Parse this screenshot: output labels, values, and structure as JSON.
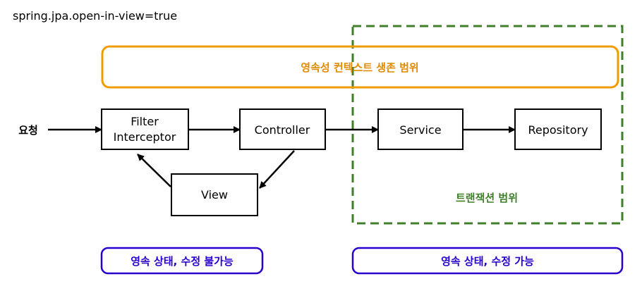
{
  "config_label": "spring.jpa.open-in-view=true",
  "request_label": "요청",
  "persistence_scope": {
    "label": "영속성 컨텍스트 생존 범위",
    "color": "#f09c00"
  },
  "transaction_scope": {
    "label": "트랜잭션 범위",
    "color": "#3f7f2a"
  },
  "nodes": {
    "filter_line1": "Filter",
    "filter_line2": "Interceptor",
    "controller": "Controller",
    "service": "Service",
    "repository": "Repository",
    "view": "View"
  },
  "states": {
    "left": "영속 상태, 수정 불가능",
    "right": "영속 상태, 수정 가능",
    "color": "#2a00cc"
  }
}
